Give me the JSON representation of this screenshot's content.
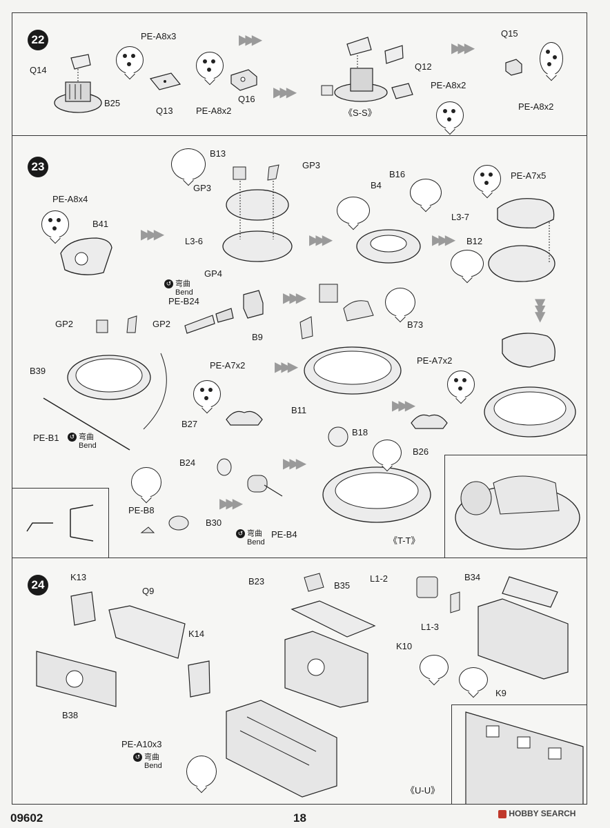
{
  "footer": {
    "code": "09602",
    "page": "18",
    "watermark": "HOBBY SEARCH"
  },
  "steps": {
    "s22": {
      "number": "22",
      "labels": {
        "pe_a8x3": "PE-A8x3",
        "q14": "Q14",
        "b25": "B25",
        "q13": "Q13",
        "pe_a8x2_a": "PE-A8x2",
        "q16": "Q16",
        "ss": "《S-S》",
        "q12": "Q12",
        "pe_a8x2_b": "PE-A8x2",
        "q15": "Q15",
        "pe_a8x2_c": "PE-A8x2"
      }
    },
    "s23": {
      "number": "23",
      "labels": {
        "b13": "B13",
        "gp3_a": "GP3",
        "gp3_b": "GP3",
        "l3_6": "L3-6",
        "b4_a": "B4",
        "b16": "B16",
        "pe_a7x5": "PE-A7x5",
        "l3_7": "L3-7",
        "b12": "B12",
        "pe_a8x4": "PE-A8x4",
        "b41": "B41",
        "gp4": "GP4",
        "pe_b24": "PE-B24",
        "gp2_a": "GP2",
        "gp2_b": "GP2",
        "b9": "B9",
        "b73": "B73",
        "b39": "B39",
        "pe_a7x2_a": "PE-A7x2",
        "pe_a7x2_b": "PE-A7x2",
        "b11": "B11",
        "b27": "B27",
        "b26": "B26",
        "pe_b1": "PE-B1",
        "b18": "B18",
        "b24": "B24",
        "pe_b8": "PE-B8",
        "b30": "B30",
        "pe_b4": "PE-B4",
        "tt": "《T-T》"
      },
      "bend": {
        "cn": "弯曲",
        "en": "Bend"
      }
    },
    "s24": {
      "number": "24",
      "labels": {
        "k13": "K13",
        "q9": "Q9",
        "k14": "K14",
        "b38": "B38",
        "b23": "B23",
        "b35": "B35",
        "l1_2": "L1-2",
        "b34": "B34",
        "l1_3": "L1-3",
        "k10": "K10",
        "k9": "K9",
        "pe_a10x3": "PE-A10x3",
        "uu": "《U-U》"
      },
      "bend": {
        "cn": "弯曲",
        "en": "Bend"
      }
    }
  }
}
